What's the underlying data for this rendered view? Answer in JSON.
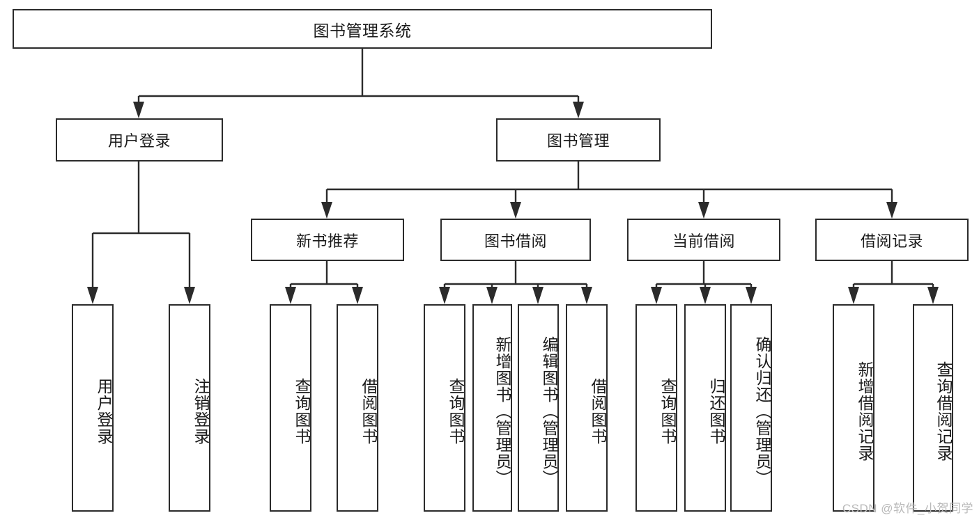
{
  "diagram": {
    "title": "图书管理系统",
    "type": "functional-structure-tree",
    "watermark": "CSDN @软件_小贺同学",
    "colors": {
      "stroke": "#2b2b2b",
      "fill": "#ffffff",
      "text": "#1a1a1a",
      "watermark": "#b9b9b9"
    },
    "root": {
      "label": "图书管理系统"
    },
    "level2": [
      {
        "id": "user-login",
        "label": "用户登录"
      },
      {
        "id": "book-management",
        "label": "图书管理"
      }
    ],
    "level3": [
      {
        "id": "new-book-recommend",
        "label": "新书推荐"
      },
      {
        "id": "book-borrow",
        "label": "图书借阅"
      },
      {
        "id": "current-borrow",
        "label": "当前借阅"
      },
      {
        "id": "borrow-record",
        "label": "借阅记录"
      }
    ],
    "leaves": [
      {
        "id": "leaf-user-login",
        "label": "用户登录",
        "parent": "user-login"
      },
      {
        "id": "leaf-logout-login",
        "label": "注销登录",
        "parent": "user-login"
      },
      {
        "id": "leaf-query-book-1",
        "label": "查询图书",
        "parent": "new-book-recommend"
      },
      {
        "id": "leaf-borrow-book-1",
        "label": "借阅图书",
        "parent": "new-book-recommend"
      },
      {
        "id": "leaf-query-book-2",
        "label": "查询图书",
        "parent": "book-borrow"
      },
      {
        "id": "leaf-add-book",
        "label": "新增图书（管理员）",
        "parent": "book-borrow"
      },
      {
        "id": "leaf-edit-book",
        "label": "编辑图书（管理员）",
        "parent": "book-borrow"
      },
      {
        "id": "leaf-borrow-book-2",
        "label": "借阅图书",
        "parent": "book-borrow"
      },
      {
        "id": "leaf-query-book-3",
        "label": "查询图书",
        "parent": "current-borrow"
      },
      {
        "id": "leaf-return-book",
        "label": "归还图书",
        "parent": "current-borrow"
      },
      {
        "id": "leaf-confirm-return",
        "label": "确认归还（管理员）",
        "parent": "current-borrow"
      },
      {
        "id": "leaf-add-record",
        "label": "新增借阅记录",
        "parent": "borrow-record"
      },
      {
        "id": "leaf-query-record",
        "label": "查询借阅记录",
        "parent": "borrow-record"
      }
    ]
  }
}
